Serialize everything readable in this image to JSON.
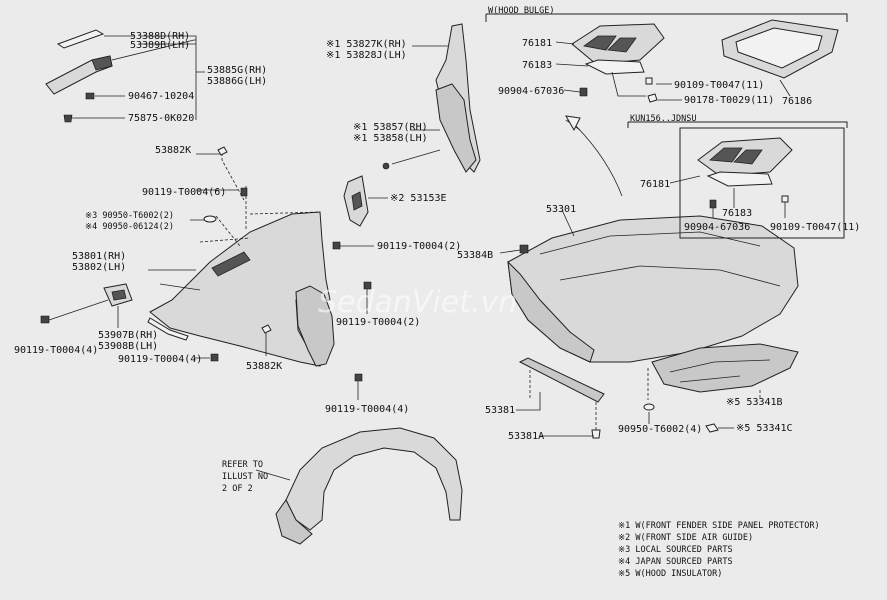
{
  "labels": {
    "p53388D": "53388D(RH)",
    "p53389B": "53389B(LH)",
    "p53885G": "53885G(RH)",
    "p53886G": "53886G(LH)",
    "p90467": "90467-10204",
    "p75875": "75875-0K020",
    "p53827K": "※1 53827K(RH)",
    "p53828J": "※1 53828J(LH)",
    "p53857": "※1 53857(RH)",
    "p53858": "※1 53858(LH)",
    "p53882K_top": "53882K",
    "p90119_6": "90119-T0004(6)",
    "p53153E": "※2 53153E",
    "p90950_t": "※3 90950-T6002(2)",
    "p90950_06": "※4 90950-06124(2)",
    "p90119_2a": "90119-T0004(2)",
    "p53801": "53801(RH)",
    "p53802": "53802(LH)",
    "p53384B": "53384B",
    "p90119_4a": "90119-T0004(4)",
    "p53907B": "53907B(RH)",
    "p53908B": "53908B(LH)",
    "p90119_2b": "90119-T0004(2)",
    "p90119_4b": "90119-T0004(4)",
    "p53882K_bot": "53882K",
    "p90119_4c": "90119-T0004(4)",
    "p53301": "53301",
    "p53381": "53381",
    "p53381A": "53381A",
    "p90950_t4": "90950-T6002(4)",
    "p53341B": "※5 53341B",
    "p53341C": "※5 53341C",
    "hb_title": "W(HOOD BULGE)",
    "hb_76181": "76181",
    "hb_76183": "76183",
    "hb_90904": "90904-67036",
    "hb_90109": "90109-T0047(11)",
    "hb_90178": "90178-T0029(11)",
    "hb_76186": "76186",
    "kun_title": "KUN156..JDNSU",
    "kun_76181": "76181",
    "kun_76183": "76183",
    "kun_90904": "90904-67036",
    "kun_90109": "90109-T0047(11)",
    "refer_1": "REFER TO",
    "refer_2": "ILLUST NO",
    "refer_3": "2 OF 2",
    "watermark": "SedanViet.vn"
  },
  "notes": [
    "※1 W(FRONT FENDER SIDE PANEL PROTECTOR)",
    "※2 W(FRONT SIDE AIR GUIDE)",
    "※3 LOCAL SOURCED PARTS",
    "※4 JAPAN SOURCED PARTS",
    "※5 W(HOOD INSULATOR)"
  ]
}
